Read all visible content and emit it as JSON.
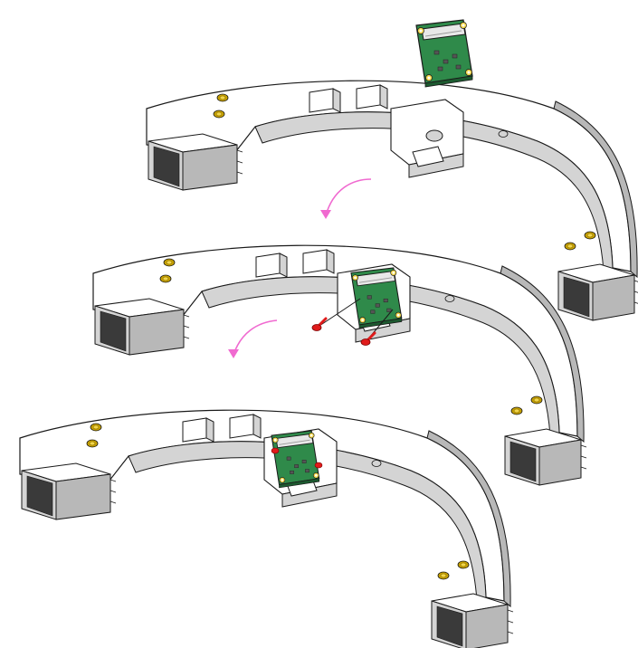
{
  "colors": {
    "background": "#ffffff",
    "part_face": "#ffffff",
    "part_side": "#d4d4d4",
    "part_dark_side": "#b8b8b8",
    "outline": "#1a1a1a",
    "magnet_pad": "#3a3a3a",
    "brass_insert": "#c8a200",
    "brass_center": "#f2d64a",
    "pcb_green": "#2f8a4a",
    "pcb_dark": "#1d5a30",
    "connector": "#e8e8e8",
    "screw_red": "#e01b1b",
    "arrow_pink": "#f06ad0"
  },
  "steps": [
    {
      "name": "step-1-separate-board",
      "camera_board": "loose",
      "screws": "none"
    },
    {
      "name": "step-2-insert-and-screw",
      "camera_board": "seated",
      "screws": "exploded"
    },
    {
      "name": "step-3-assembled",
      "camera_board": "seated",
      "screws": "fastened"
    }
  ],
  "icons": {
    "arrow": "curved-arrow-icon",
    "screw": "screw-icon",
    "insert": "brass-insert-icon"
  }
}
